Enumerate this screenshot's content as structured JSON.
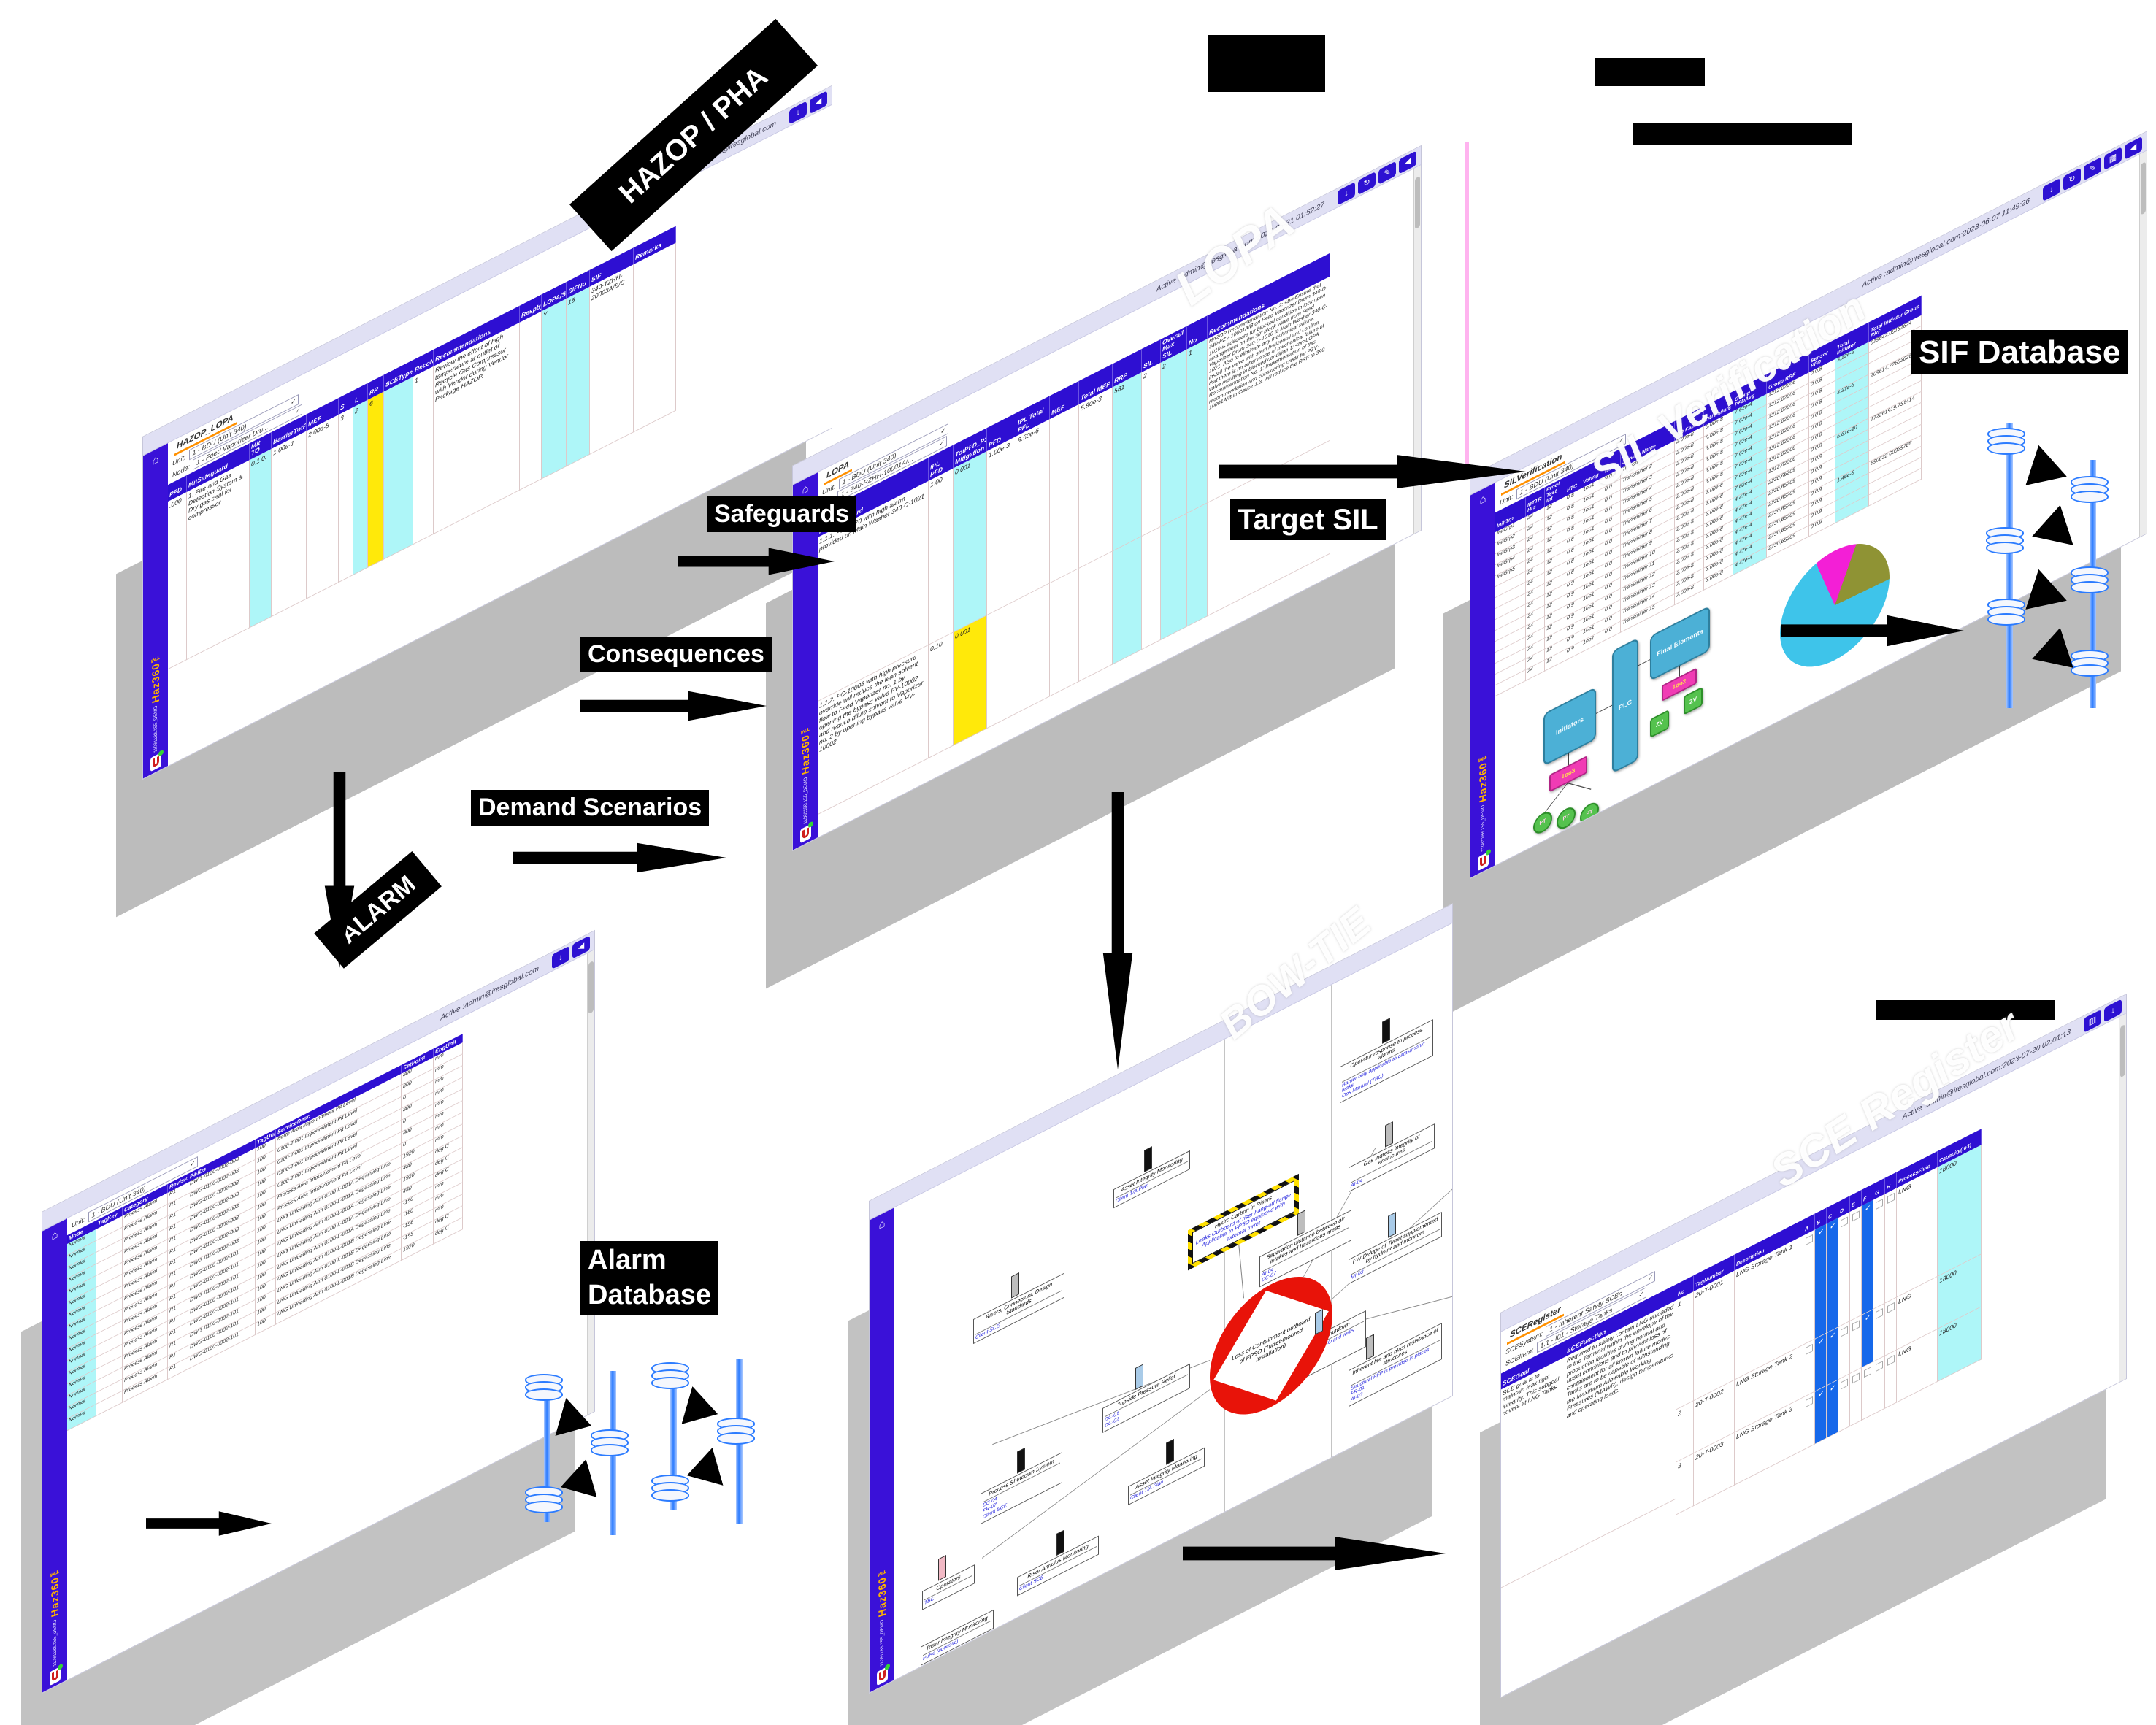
{
  "labels": {
    "hazop_pha": "HAZOP / PHA",
    "lopa_tag": "LOPA",
    "sil_tag": "SIL Verification",
    "bowtie_tag": "BOW-TIE",
    "sce_tag": "SCE Register",
    "alarm_clip": "ALARM",
    "safeguards": "Safeguards",
    "consequences": "Consequences",
    "demand_scenarios": "Demand Scenarios",
    "target_sil": "Target SIL",
    "sif_database": "SIF Database",
    "alarm_database": "Alarm\nDatabase"
  },
  "brand": {
    "name": "Haz360™",
    "instance": "11081188.155_DEMO",
    "home_glyph": "⌂",
    "title_generic": "Active :admin@iresglobal.com"
  },
  "windows": {
    "hazop": {
      "tab": "HAZOP_LOPA",
      "unit_label": "Unit:",
      "unit_value": "1 - BDU (Unit 340)",
      "node_label": "Node:",
      "node_value": "1 - Feed Vaporizer Dru...",
      "toolbar": [
        "↓",
        "◀"
      ],
      "columns": [
        "PFD",
        "MitSafeguard",
        "Mit TO",
        "BarrierTotPFD",
        "MEF",
        "S",
        "L",
        "RR",
        "SCEType",
        "RecoNo",
        "Recommendations",
        "Respby",
        "LOPA/SIL",
        "SIFNo",
        "SIF",
        "Remarks"
      ],
      "row": {
        "pfd": ".000",
        "mitsafeguard": "1. Fire and Gas Detection System & Dry gas seal for compressor",
        "mit_to": "0.1 0.",
        "barriertotpfd": "1.00e-1",
        "mef": "2.00e-5",
        "s": "3",
        "l": "2",
        "rr": "6",
        "scetype": "",
        "recono": "1",
        "recommendations": "Review the effect of high temperature at outlet of Recycle Gas Compressor with Vendor during Vendor Package HAZOP.",
        "respby": "",
        "lopa_sil": "Y",
        "sifno": "15",
        "sif": "340-TZHH-20003A/B/C",
        "remarks": ""
      }
    },
    "lopa": {
      "title": "Active :admin@iresglobal.com:2023-05-31 01:52:27",
      "tab": "LOPA",
      "unit_label": "Unit:",
      "unit_value": "1 - BDU (Unit 340)",
      "sif_label": "SIF:",
      "sif_value": "1 - 340-PZHH-10001A/...",
      "toolbar": [
        "↓",
        "↻",
        "✎",
        "◀"
      ],
      "columns": [
        "PrevSafeguard",
        "IPL PFD",
        "TotPFD_PS Mitigation",
        "PFD",
        "IPL Total PFL",
        "MEF",
        "Total MEF",
        "RRF",
        "SIL",
        "Overall Max SIL",
        "No",
        "Recommendations"
      ],
      "r1": {
        "prev": "1.1.1. PI-10070 with high alarm provided on Main Washer 340-C-1021",
        "ipl_pfd": "1.00",
        "totpfd": "0.001",
        "pfd": "1.00e-3",
        "ipl_total": "9.50e-6",
        "mef": "",
        "total_mef": "5.90e-3",
        "rrf": "581",
        "sil": "2",
        "overall": "2",
        "no": "1",
        "reco": "HAZOP Recommendation No. 2: <br>Ensure that 340-PZV-10001A/B on Feed Vaporizer Drum 340-D-1010 is adequate for blocked condition in lock open arrangement on the 30\" block valve from Feed Vaporizer Drum 340-D-1010 to Main Washer 340-C-1021. Also to eliminate any mechanical failure, install the valve with stem horizontal and confirm that there is no other mode of mechanical failure of valve resulting in blocked condition 1: <br>LOPA Recommendation No. 1: Implementation of this recommendation and considering credit for PZV-10001A/B in Cause 1.3, will reduce the RRF to 390."
      },
      "r2": {
        "prev": "1.1.2. PC-10003 with high pressure override will reduce the lean solvent flow to Feed Vaporizer no. 1 by opening the bypass valve FV-10002 and reduce dilute solvent to Vaporizer no. 2 by opening bypass valve HV-10002.",
        "ipl_pfd": "0.10",
        "totpfd": "0.001"
      }
    },
    "sil": {
      "title": "Active :admin@iresglobal.com:2023-06-07 11:49:26",
      "tab": "SILVerification",
      "unit_label": "Unit:",
      "unit_value": "1 - BDU (Unit 340)",
      "toolbar": [
        "↓",
        "↻",
        "✎",
        "▦",
        "◀"
      ],
      "columns": [
        "InitGrp",
        "MTTR Hrs",
        "Proof Test Int",
        "PTC",
        "Voting",
        "Beta",
        "Service Name",
        "DD Failure",
        "DU Failure",
        "Group PFDAvg",
        "Group RRF",
        "Sensor PFD",
        "Total Initiator",
        "Total Initiator Group RRF"
      ],
      "rows": [
        {
          "grp": "InitGrp1",
          "mttr": "24",
          "proof": "12",
          "ptc": "0.8",
          "voting": "1oo1",
          "beta": "0.0",
          "name": "Transmitter 1",
          "dd": "2.00e-8",
          "du": "3.00e-8",
          "gpfd": "7.62e-4",
          "grrf": "1312.02006",
          "sensor": "0 0.8",
          "tinit": "3.12e-3",
          "tgrrf": "319642.05152624"
        },
        {
          "grp": "InitGrp2",
          "mttr": "24",
          "proof": "12",
          "ptc": "0.8",
          "voting": "1oo1",
          "beta": "0.0",
          "name": "Transmitter 2",
          "dd": "2.00e-8",
          "du": "3.00e-8",
          "gpfd": "7.62e-4",
          "grrf": "1312.02006",
          "sensor": "0 0.8",
          "tinit": "",
          "tgrrf": ""
        },
        {
          "grp": "InitGrp3",
          "mttr": "24",
          "proof": "12",
          "ptc": "0.8",
          "voting": "1oo1",
          "beta": "0.0",
          "name": "Transmitter 3",
          "dd": "2.00e-8",
          "du": "3.00e-8",
          "gpfd": "7.62e-4",
          "grrf": "1312.02006",
          "sensor": "0 0.8",
          "tinit": "",
          "tgrrf": ""
        },
        {
          "grp": "InitGrp4",
          "mttr": "24",
          "proof": "12",
          "ptc": "0.8",
          "voting": "1oo1",
          "beta": "0.0",
          "name": "Transmitter 4",
          "dd": "2.00e-8",
          "du": "3.00e-8",
          "gpfd": "7.62e-4",
          "grrf": "1312.02006",
          "sensor": "0 0.8",
          "tinit": "4.37e-8",
          "tgrrf": "209614.77633026"
        },
        {
          "grp": "InitGrp5",
          "mttr": "24",
          "proof": "12",
          "ptc": "0.8",
          "voting": "1oo1",
          "beta": "0.0",
          "name": "Transmitter 5",
          "dd": "2.00e-8",
          "du": "3.00e-8",
          "gpfd": "7.62e-4",
          "grrf": "1312.02006",
          "sensor": "0 0.8",
          "tinit": "",
          "tgrrf": ""
        },
        {
          "grp": "",
          "mttr": "24",
          "proof": "12",
          "ptc": "0.8",
          "voting": "1oo1",
          "beta": "0.0",
          "name": "Transmitter 6",
          "dd": "2.00e-8",
          "du": "3.00e-8",
          "gpfd": "7.62e-4",
          "grrf": "1312.02006",
          "sensor": "0 0.8",
          "tinit": "",
          "tgrrf": ""
        },
        {
          "grp": "",
          "mttr": "24",
          "proof": "12",
          "ptc": "0.8",
          "voting": "1oo1",
          "beta": "0.0",
          "name": "Transmitter 7",
          "dd": "2.00e-8",
          "du": "3.00e-8",
          "gpfd": "7.62e-4",
          "grrf": "1312.02006",
          "sensor": "0 0.8",
          "tinit": "",
          "tgrrf": ""
        },
        {
          "grp": "",
          "mttr": "24",
          "proof": "12",
          "ptc": "0.8",
          "voting": "1oo1",
          "beta": "0.0",
          "name": "Transmitter 8",
          "dd": "2.00e-8",
          "du": "3.00e-8",
          "gpfd": "7.62e-4",
          "grrf": "1312.02006",
          "sensor": "0 0.8",
          "tinit": "5.61e-10",
          "tgrrf": "172261919.751414"
        },
        {
          "grp": "",
          "mttr": "24",
          "proof": "12",
          "ptc": "0.9",
          "voting": "1oo1",
          "beta": "0.0",
          "name": "Transmitter 9",
          "dd": "2.00e-8",
          "du": "3.00e-8",
          "gpfd": "4.47e-4",
          "grrf": "2230.65209",
          "sensor": "0 0.9",
          "tinit": "",
          "tgrrf": ""
        },
        {
          "grp": "",
          "mttr": "24",
          "proof": "12",
          "ptc": "0.9",
          "voting": "1oo1",
          "beta": "0.0",
          "name": "Transmitter 10",
          "dd": "2.00e-8",
          "du": "3.00e-8",
          "gpfd": "4.47e-4",
          "grrf": "2230.65209",
          "sensor": "0 0.9",
          "tinit": "",
          "tgrrf": ""
        },
        {
          "grp": "",
          "mttr": "24",
          "proof": "12",
          "ptc": "0.9",
          "voting": "1oo1",
          "beta": "0.0",
          "name": "Transmitter 11",
          "dd": "2.00e-8",
          "du": "3.00e-8",
          "gpfd": "4.47e-4",
          "grrf": "2230.65209",
          "sensor": "0 0.9",
          "tinit": "",
          "tgrrf": ""
        },
        {
          "grp": "",
          "mttr": "24",
          "proof": "12",
          "ptc": "0.9",
          "voting": "1oo1",
          "beta": "0.0",
          "name": "Transmitter 12",
          "dd": "2.00e-8",
          "du": "3.00e-8",
          "gpfd": "4.47e-4",
          "grrf": "2230.65209",
          "sensor": "0 0.9",
          "tinit": "1.45e-8",
          "tgrrf": "690632.60339788"
        },
        {
          "grp": "",
          "mttr": "24",
          "proof": "12",
          "ptc": "0.9",
          "voting": "1oo1",
          "beta": "0.0",
          "name": "Transmitter 13",
          "dd": "2.00e-8",
          "du": "3.00e-8",
          "gpfd": "4.47e-4",
          "grrf": "2230.65209",
          "sensor": "0 0.9",
          "tinit": "",
          "tgrrf": ""
        },
        {
          "grp": "",
          "mttr": "24",
          "proof": "12",
          "ptc": "0.9",
          "voting": "1oo1",
          "beta": "0.0",
          "name": "Transmitter 14",
          "dd": "2.00e-8",
          "du": "3.00e-8",
          "gpfd": "4.47e-4",
          "grrf": "2230.65209",
          "sensor": "0 0.9",
          "tinit": "",
          "tgrrf": ""
        },
        {
          "grp": "",
          "mttr": "24",
          "proof": "12",
          "ptc": "0.9",
          "voting": "1oo1",
          "beta": "0.0",
          "name": "Transmitter 15",
          "dd": "2.00e-8",
          "du": "3.00e-8",
          "gpfd": "4.47e-4",
          "grrf": "2230.65209",
          "sensor": "0 0.9",
          "tinit": "",
          "tgrrf": ""
        }
      ],
      "diagram": {
        "initiators": "Initiators",
        "plc": "PLC",
        "final_elements": "Final Elements",
        "v1": "1oo3",
        "v2": "1oo2",
        "zv": "ZV",
        "pt": "PT"
      },
      "pie": {
        "cyan": 69,
        "olive": 19,
        "magenta": 12
      }
    },
    "alarm": {
      "unit_label": "Unit:",
      "unit_value": "1 - BDU (Unit 340)",
      "toolbar": [
        "↓",
        "◀"
      ],
      "columns": [
        "Mode",
        "TagKey",
        "Category",
        "Revision",
        "P&IDs",
        "TagUnit",
        "ServiceDesc",
        "SetPoint",
        "EngUnit"
      ],
      "rows": [
        {
          "mode": "Normal",
          "tagkey": "",
          "cat": "Process Alarm",
          "rev": "R1",
          "pid": "DWG-0100-0002-008",
          "tu": "100",
          "desc": "Berth Area Impoundment Pit Level",
          "sp": "800",
          "eu": "mm"
        },
        {
          "mode": "Normal",
          "tagkey": "",
          "cat": "Process Alarm",
          "rev": "R1",
          "pid": "DWG-0100-0002-008",
          "tu": "100",
          "desc": "0100-T-001 Impoundment Pit Level",
          "sp": "800",
          "eu": "mm"
        },
        {
          "mode": "Normal",
          "tagkey": "",
          "cat": "Process Alarm",
          "rev": "R1",
          "pid": "DWG-0100-0002-008",
          "tu": "100",
          "desc": "0100-T-001 Impoundment Pit Level",
          "sp": "0",
          "eu": "mm"
        },
        {
          "mode": "Normal",
          "tagkey": "",
          "cat": "Process Alarm",
          "rev": "R1",
          "pid": "DWG-0100-0002-008",
          "tu": "100",
          "desc": "0100-T-001 Impoundment Pit Level",
          "sp": "800",
          "eu": "mm"
        },
        {
          "mode": "Normal",
          "tagkey": "",
          "cat": "Process Alarm",
          "rev": "R1",
          "pid": "DWG-0100-0002-008",
          "tu": "100",
          "desc": "0100-T-001 Impoundment Pit Level",
          "sp": "0",
          "eu": "mm"
        },
        {
          "mode": "Normal",
          "tagkey": "",
          "cat": "Process Alarm",
          "rev": "R1",
          "pid": "DWG-0100-0002-008",
          "tu": "100",
          "desc": "Process Area Impoundment Pit Level",
          "sp": "800",
          "eu": "mm"
        },
        {
          "mode": "Normal",
          "tagkey": "",
          "cat": "Process Alarm",
          "rev": "R1",
          "pid": "DWG-0100-0002-008",
          "tu": "100",
          "desc": "Process Area Impoundment Pit Level",
          "sp": "0",
          "eu": "mm"
        },
        {
          "mode": "Normal",
          "tagkey": "",
          "cat": "Process Alarm",
          "rev": "R1",
          "pid": "DWG-0100-0002-008",
          "tu": "100",
          "desc": "LNG Unloading Arm 0100-L-001A Degassing Line",
          "sp": "1920",
          "eu": "mm"
        },
        {
          "mode": "Normal",
          "tagkey": "",
          "cat": "Process Alarm",
          "rev": "R1",
          "pid": "DWG-0100-0002-101",
          "tu": "100",
          "desc": "LNG Unloading Arm 0100-L-001A Degassing Line",
          "sp": "480",
          "eu": "deg C"
        },
        {
          "mode": "Normal",
          "tagkey": "",
          "cat": "Process Alarm",
          "rev": "R1",
          "pid": "DWG-0100-0002-101",
          "tu": "100",
          "desc": "LNG Unloading Arm 0100-L-001A Degassing Line",
          "sp": "1920",
          "eu": "deg C"
        },
        {
          "mode": "Normal",
          "tagkey": "",
          "cat": "Process Alarm",
          "rev": "R1",
          "pid": "DWG-0100-0002-101",
          "tu": "100",
          "desc": "LNG Unloading Arm 0100-L-001A Degassing Line",
          "sp": "480",
          "eu": "deg C"
        },
        {
          "mode": "Normal",
          "tagkey": "",
          "cat": "Process Alarm",
          "rev": "R1",
          "pid": "DWG-0100-0002-101",
          "tu": "100",
          "desc": "LNG Unloading Arm 0100-L-001A Degassing Line",
          "sp": "-150",
          "eu": "mm"
        },
        {
          "mode": "Normal",
          "tagkey": "",
          "cat": "Process Alarm",
          "rev": "R1",
          "pid": "DWG-0100-0002-101",
          "tu": "100",
          "desc": "LNG Unloading Arm 0100-L-001B Degassing Line",
          "sp": "-150",
          "eu": "mm"
        },
        {
          "mode": "Normal",
          "tagkey": "",
          "cat": "Process Alarm",
          "rev": "R1",
          "pid": "DWG-0100-0002-101",
          "tu": "100",
          "desc": "LNG Unloading Arm 0100-L-001B Degassing Line",
          "sp": "-155",
          "eu": "mm"
        },
        {
          "mode": "Normal",
          "tagkey": "",
          "cat": "Process Alarm",
          "rev": "R1",
          "pid": "DWG-0100-0002-101",
          "tu": "100",
          "desc": "LNG Unloading Arm 0100-L-001B Degassing Line",
          "sp": "-155",
          "eu": "deg C"
        },
        {
          "mode": "Normal",
          "tagkey": "",
          "cat": "Process Alarm",
          "rev": "R1",
          "pid": "DWG-0100-0002-101",
          "tu": "100",
          "desc": "LNG Unloading Arm 0100-L-001B Degassing Line",
          "sp": "1920",
          "eu": "deg C"
        }
      ]
    },
    "bowtie": {
      "hazard": {
        "l1": "Hydro Carbon in Risers",
        "l2": "Leaks Outboard of riser hang-off flange",
        "l3": "Applicable to FPSO equipped with external turret"
      },
      "center": "Loss of Containment outboard of FPSO (Turret-moored Installation)",
      "boxes": {
        "l1": {
          "label": "Asset Integrity Monitoring",
          "links": "Client T/A Plan"
        },
        "l2": {
          "label": "Risers, Connectors, Design Standards",
          "links": "Client SCE"
        },
        "l3": {
          "label": "Topside Pressure Relief",
          "links": "DC-01\nDC-02"
        },
        "l4": {
          "label": "Process Shutdown System",
          "links": "DC-04\nFR-07\nClient SCE"
        },
        "l5": {
          "label": "Operators",
          "links": "TBC"
        },
        "l6": {
          "label": "Asset Integrity Monitoring",
          "links": "Client T/A Plan"
        },
        "l7": {
          "label": "Riser Annulus Monitoring",
          "links": "Client SCE"
        },
        "l8": {
          "label": "Riser Integrity Monitoring",
          "links": "Pulse (acoustic)"
        },
        "r1": {
          "label": "Operator response to process alarms",
          "links": "Barrier only applicable to catastrophic leaks\nOps Manual (TBC)"
        },
        "r2": {
          "label": "Gas ingress integrity of enclosures",
          "links": "AI-04"
        },
        "r3": {
          "label": "Separation distance between air intakes and hazardous areas",
          "links": "AI-04\nDC-07"
        },
        "r4": {
          "label": "FW Deluge of Turret supplemented by hydrant and monitors",
          "links": "MI-03"
        },
        "r5": {
          "label": "Emergency Shutdown",
          "links": "Lower rate from FPSO and wells\nDC-04\nFR-01\nClient SCE"
        },
        "r6": {
          "label": "Inherent fire and blast resistance of structures",
          "links": "Structural PFP is provided in places\nFR-01\nAI-03"
        }
      }
    },
    "sce": {
      "title": "Active :admin@iresglobal.com:2023-07-20 02:01:13",
      "tab": "SCERegister",
      "system_label": "SCESystem:",
      "system_value": "1 - Inherent Safety SCEs",
      "item_label": "SCEItem:",
      "item_value": "1.1 - I01 - Storage Tanks",
      "toolbar": [
        "▥",
        "↓"
      ],
      "goal_header": "SCEGoal",
      "function_header": "SCEFunction",
      "columns": [
        "No",
        "TagNumber",
        "Description",
        "A",
        "B",
        "C",
        "D",
        "E",
        "F",
        "G",
        "H",
        "ProcessFluid",
        "Capacity(m3)"
      ],
      "goal": "SCE goal is to maintain leak tight integrity. This subgoal covers at LNG Tanks",
      "function": "Required to safely contain LNG unloaded to the Terminal within the envelope of the production facilities during normal and upset conditions and to prevent loss of containment for all known failure modes. Tanks are to be capable of withstanding the Maximum Allowable Working Pressures (MAWP), design temperatures and operating loads.",
      "rows": [
        {
          "no": "1",
          "tag": "20-T-0001",
          "desc": "LNG Storage Tank 1",
          "checks": [
            "",
            "✔",
            "✔",
            "",
            "",
            "✔",
            "",
            ""
          ],
          "fluid": "LNG",
          "cap": "18000"
        },
        {
          "no": "2",
          "tag": "20-T-0002",
          "desc": "LNG Storage Tank 2",
          "checks": [
            "",
            "✔",
            "✔",
            "",
            "",
            "✔",
            "",
            ""
          ],
          "fluid": "LNG",
          "cap": "18000"
        },
        {
          "no": "3",
          "tag": "20-T-0003",
          "desc": "LNG Storage Tank 3",
          "checks": [
            "",
            "✔",
            "✔",
            "",
            "",
            "",
            "",
            ""
          ],
          "fluid": "LNG",
          "cap": "18000"
        }
      ]
    }
  }
}
